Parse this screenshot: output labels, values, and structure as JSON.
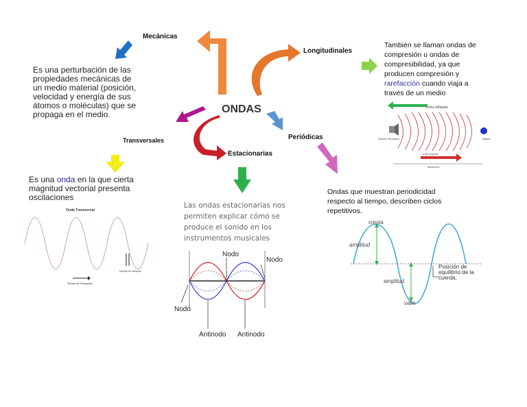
{
  "center": {
    "title": "ONDAS"
  },
  "branches": {
    "mecanicas": {
      "label": "Mecánicas",
      "description": " Es una perturbación de las propiedades mecánicas de un medio material (posición, velocidad y energía de sus átomos o moléculas) que se propaga en el medio."
    },
    "longitudinales": {
      "label": "Longitudinales",
      "desc_before": "También se llaman ondas de compresión u ondas de compresibilidad, ya que producen compresión y ",
      "desc_highlight": "rarefacción",
      "desc_after": " cuando viaja a través de un medio"
    },
    "transversales": {
      "label": "Transversales",
      "desc_before": "Es una ",
      "desc_highlight": "onda",
      "desc_after": " en la que cierta magnitud vectorial presenta oscilaciones"
    },
    "estacionarias": {
      "label": "Estacionarias",
      "description": "Las ondas estacionarias nos permiten explicar cómo se produce el sonido en los instrumentos musicales"
    },
    "periodicas": {
      "label": "Periódicas",
      "description": "Ondas que muestran periodicidad respecto al tiempo, describen ciclos repetitivos."
    }
  },
  "figures": {
    "transverse": {
      "title": "Onda Transversal",
      "vibration": "Direção de Vibração",
      "propagation": "Direção de Propagação"
    },
    "longitudinal": {
      "top_label": "onda reflejada",
      "source": "Emisor/ Receptor",
      "object": "Objeto",
      "bottom_label": "onda original",
      "distance": "distancia r"
    },
    "standing": {
      "node1": "Nodo",
      "node2": "Nodo",
      "node3": "Nodo",
      "antinode1": "Antinodo",
      "antinode2": "Antinodo"
    },
    "periodic": {
      "crest": "cresta",
      "amplitude_top": "amplitud",
      "amplitude_bottom": "amplitud",
      "trough": "valle",
      "equilibrium": "Posición de equilibrio de la cuerda."
    }
  },
  "colors": {
    "orange": "#e8833a",
    "blue": "#1f6fc4",
    "magenta": "#b0178f",
    "red": "#c8202a",
    "green": "#2db04a",
    "light_green": "#8cd24a",
    "yellow": "#f5ec1a",
    "lightblue": "#5b93d3",
    "pink": "#d068c0",
    "wave_cyan": "#4aa8d8"
  }
}
